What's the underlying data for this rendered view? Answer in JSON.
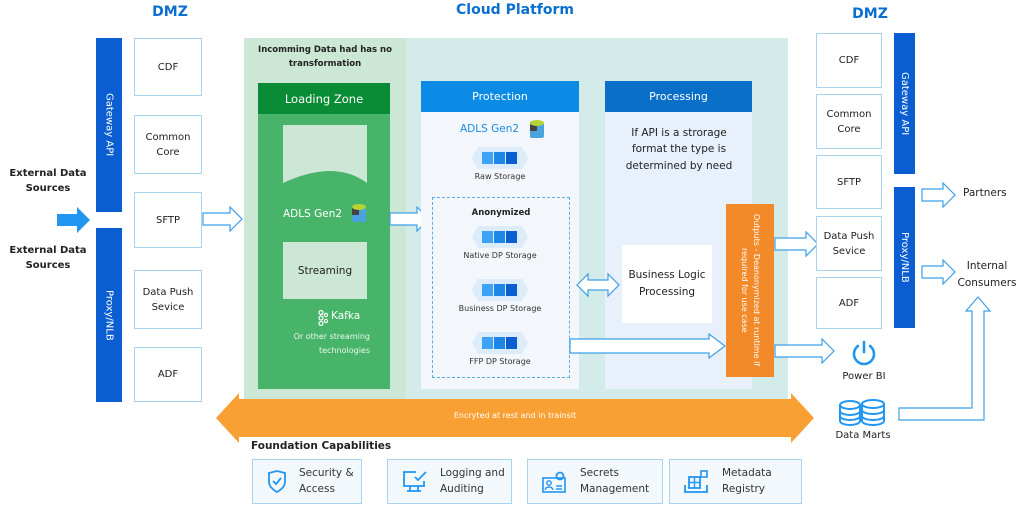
{
  "headers": {
    "dmz_left": "DMZ",
    "cloud": "Cloud Platform",
    "dmz_right": "DMZ"
  },
  "external_sources": {
    "top": "External Data Sources",
    "bottom": "External Data Sources"
  },
  "left_dmz": {
    "gateway_label": "Gateway API",
    "proxy_label": "Proxy/NLB",
    "boxes": [
      "CDF",
      "Common Core",
      "SFTP",
      "Data Push Sevice",
      "ADF"
    ]
  },
  "loading": {
    "note": "Incomming Data had has no transformation",
    "title": "Loading Zone",
    "adls": "ADLS Gen2",
    "streaming": "Streaming",
    "kafka": "Kafka",
    "other": "Or other streaming technologies"
  },
  "protection": {
    "title": "Protection",
    "adls": "ADLS Gen2",
    "raw": "Raw Storage",
    "anonymized": "Anonymized",
    "items": [
      "Native DP Storage",
      "Business DP Storage",
      "FFP DP Storage"
    ]
  },
  "processing": {
    "title": "Processing",
    "note": "If API is a strorage format the type is determined by need",
    "business_logic": "Business Logic Processing",
    "outputs": "Outputs - Deanonymized at runtime if required for use case"
  },
  "right_dmz": {
    "gateway_label": "Gateway API",
    "proxy_label": "Proxy/NLB",
    "boxes": [
      "CDF",
      "Common Core",
      "SFTP",
      "Data Push Sevice",
      "ADF"
    ]
  },
  "consumers": {
    "partners": "Partners",
    "internal": "Internal Consumers",
    "power_bi": "Power BI",
    "data_marts": "Data Marts"
  },
  "encryption": "Encryted at rest and in trainsit",
  "foundation": {
    "title": "Foundation Capabilities",
    "items": [
      {
        "label": "Security & Access",
        "icon": "shield-check-icon"
      },
      {
        "label": "Logging and Auditing",
        "icon": "monitor-check-icon"
      },
      {
        "label": "Secrets Management",
        "icon": "id-gear-icon"
      },
      {
        "label": "Metadata Registry",
        "icon": "blocks-icon"
      }
    ]
  },
  "colors": {
    "blue": "#0b5ed1",
    "accent": "#0a6fd1",
    "orange": "#f39a2e",
    "green": "#47b46a",
    "dark_green": "#0a8b36"
  }
}
